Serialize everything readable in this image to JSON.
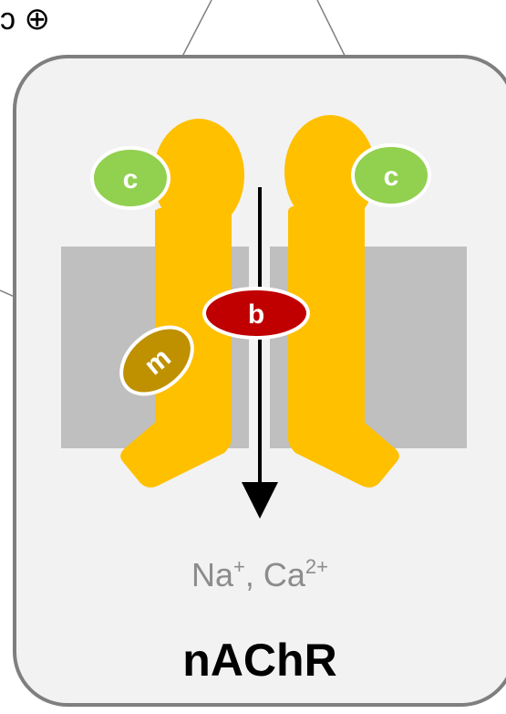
{
  "top_left_fragment": "ɔ ⊕",
  "labels": {
    "binding_site_top_left": "c",
    "binding_site_top_right": "c",
    "pore_site": "b",
    "membrane_site": "m"
  },
  "ions": {
    "na": "Na",
    "na_sup": "+",
    "separator": ", ",
    "ca": "Ca",
    "ca_sup": "2+"
  },
  "title": "nAChR",
  "colors": {
    "card_bg": "#f2f2f2",
    "card_border": "#7f7f7f",
    "membrane": "#bfbfbf",
    "subunit": "#ffc000",
    "site_c": "#92d050",
    "site_b": "#c00000",
    "site_m": "#bf9000",
    "leader_line": "#808080",
    "arrow": "#000000"
  }
}
